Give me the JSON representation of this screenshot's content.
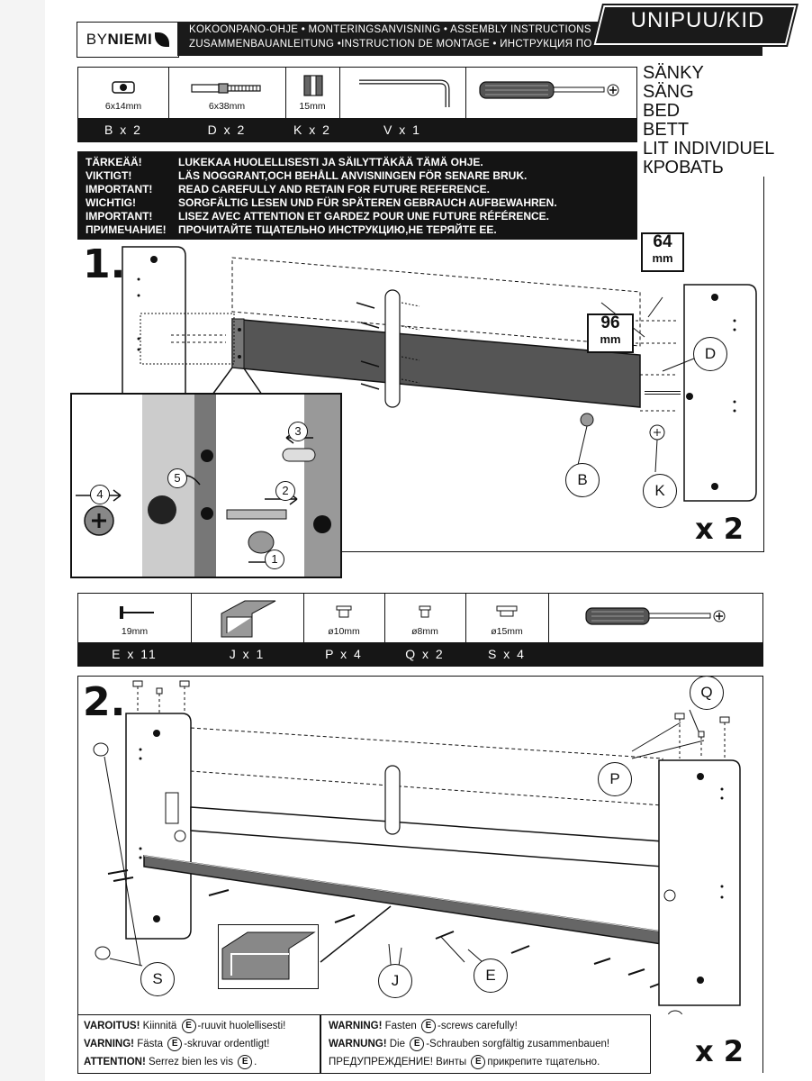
{
  "header": {
    "brand_prefix": "BY",
    "brand_name": "NIEMI",
    "line1": "KOKOONPANO-OHJE • MONTERINGSANVISNING • ASSEMBLY INSTRUCTIONS",
    "line2": "ZUSAMMENBAUANLEITUNG •INSTRUCTION DE MONTAGE • ИНСТРУКЦИЯ ПО СБОРКЕ",
    "product": "UNIPUU/KID"
  },
  "titles": [
    "SÄNKY",
    "SÄNG",
    "BED",
    "BETT",
    "LIT INDIVIDUEL",
    "КРОВАТЬ"
  ],
  "parts_top": [
    {
      "size": "6x14mm",
      "code": "B x 2"
    },
    {
      "size": "6x38mm",
      "code": "D x 2"
    },
    {
      "size": "15mm",
      "code": "K x 2"
    },
    {
      "size": "",
      "code": "V x 1"
    },
    {
      "size": "",
      "code": ""
    }
  ],
  "warnings": [
    {
      "key": "TÄRKEÄÄ!",
      "text": "LUKEKAA HUOLELLISESTI JA SÄILYTTÄKÄÄ TÄMÄ OHJE."
    },
    {
      "key": "VIKTIGT!",
      "text": "LÄS NOGGRANT,OCH BEHÅLL ANVISNINGEN FÖR SENARE BRUK."
    },
    {
      "key": "IMPORTANT!",
      "text": "READ CAREFULLY AND RETAIN FOR FUTURE REFERENCE."
    },
    {
      "key": "WICHTIG!",
      "text": "SORGFÄLTIG LESEN UND FÜR SPÄTEREN GEBRAUCH AUFBEWAHREN."
    },
    {
      "key": "IMPORTANT!",
      "text": "LISEZ AVEC ATTENTION ET GARDEZ POUR UNE FUTURE RÉFÉRENCE."
    },
    {
      "key": "ПРИМЕЧАНИЕ!",
      "text": "ПРОЧИТАЙТЕ ТЩАТЕЛЬНО ИНСТРУКЦИЮ,НЕ ТЕРЯЙТЕ ЕЕ."
    }
  ],
  "step1": {
    "number": "1.",
    "measure_top": "64",
    "measure_top_unit": "mm",
    "measure_mid": "96",
    "measure_mid_unit": "mm",
    "callouts": [
      "D",
      "B",
      "K"
    ],
    "steps": [
      "1",
      "2",
      "3",
      "4",
      "5"
    ],
    "multiplier": "x 2"
  },
  "parts_bottom": [
    {
      "size": "19mm",
      "code": "E x 11"
    },
    {
      "size": "",
      "code": "J x 1"
    },
    {
      "size": "ø10mm",
      "code": "P x 4"
    },
    {
      "size": "ø8mm",
      "code": "Q x 2"
    },
    {
      "size": "ø15mm",
      "code": "S x 4"
    },
    {
      "size": "",
      "code": ""
    }
  ],
  "step2": {
    "number": "2.",
    "callouts": [
      "Q",
      "P",
      "S",
      "J",
      "E"
    ],
    "multiplier": "x 2"
  },
  "bottom_warnings": {
    "left": [
      {
        "key": "VAROITUS!",
        "pre": "Kiinnitä",
        "letter": "E",
        "post": "-ruuvit huolellisesti!"
      },
      {
        "key": "VARNING!",
        "pre": "Fästa",
        "letter": "E",
        "post": "-skruvar ordentligt!"
      },
      {
        "key": "ATTENTION!",
        "pre": "Serrez bien les vis",
        "letter": "E",
        "post": "."
      }
    ],
    "right": [
      {
        "key": "WARNING!",
        "pre": "Fasten",
        "letter": "E",
        "post": "-screws carefully!"
      },
      {
        "key": "WARNUNG!",
        "pre": "Die",
        "letter": "E",
        "post": "-Schrauben sorgfältig zusammenbauen!"
      },
      {
        "key": "ПРЕДУПРЕЖДЕНИЕ!",
        "pre": "Винты",
        "letter": "E",
        "post": "прикрепите тщательно."
      }
    ]
  },
  "colors": {
    "ink": "#111111",
    "panel": "#1a1a1a",
    "board": "#555555"
  }
}
